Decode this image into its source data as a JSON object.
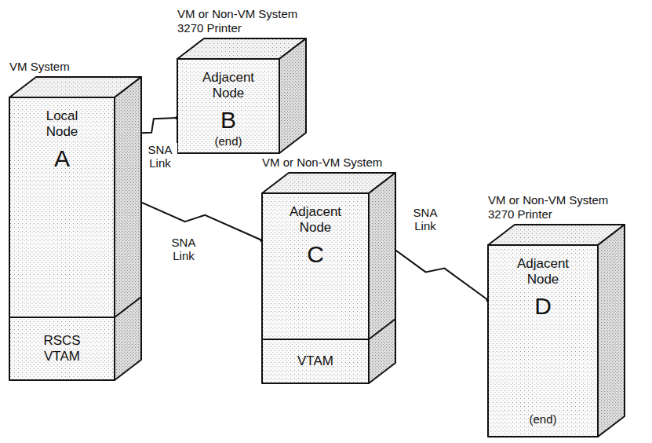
{
  "diagram": {
    "nodes": [
      {
        "text": [
          "VM System",
          "Local Node",
          "A"
        ]
      },
      {
        "text": [
          "RSCS VTAM"
        ],
        "in": 0
      },
      {
        "text": [
          "VM or Non-VM System 3270 Printer",
          "Adjacent Node",
          "B",
          "(end)"
        ]
      },
      {
        "text": [
          "VM or Non-VM System",
          "Adjacent Node",
          "C"
        ]
      },
      {
        "text": [
          "VTAM"
        ],
        "in": 3
      },
      {
        "text": [
          "VM or Non-VM System 3270 Printer",
          "Adjacent Node",
          "D",
          "(end)"
        ]
      }
    ],
    "edges": [
      {
        "from": 0,
        "to": 2,
        "arrow": "none",
        "label": "SNA Link"
      },
      {
        "from": 0,
        "to": 3,
        "arrow": "none",
        "label": "SNA Link"
      },
      {
        "from": 3,
        "to": 5,
        "arrow": "none",
        "label": "SNA Link"
      }
    ]
  }
}
